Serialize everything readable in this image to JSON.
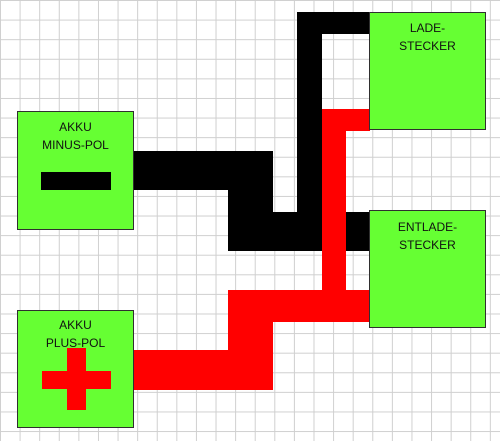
{
  "colors": {
    "box_fill": "#66ff33",
    "negative_wire": "#000000",
    "positive_wire": "#ff0000",
    "grid": "#cfcfcf"
  },
  "boxes": {
    "minus": {
      "line1": "AKKU",
      "line2": "MINUS-POL",
      "symbol": "minus"
    },
    "plus": {
      "line1": "AKKU",
      "line2": "PLUS-POL",
      "symbol": "plus"
    },
    "lade": {
      "line1": "LADE-",
      "line2": "STECKER"
    },
    "entlade": {
      "line1": "ENTLADE-",
      "line2": "STECKER"
    }
  }
}
